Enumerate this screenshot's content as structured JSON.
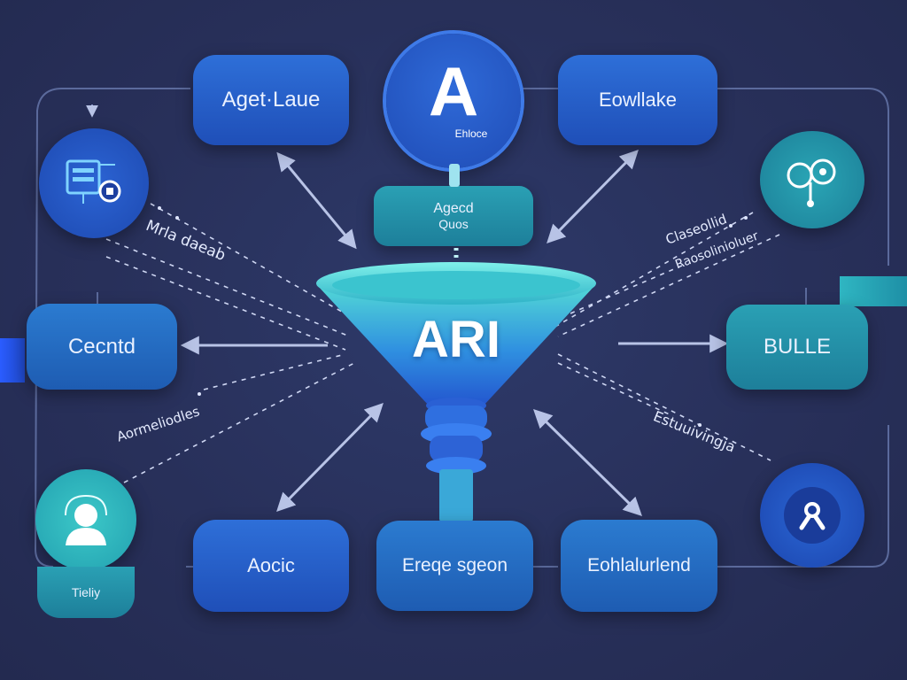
{
  "nodes": {
    "top_left": "Aget·Laue",
    "top_center_letter": "A",
    "top_center_caption": "Ehloce",
    "top_right": "Eowllake",
    "center_small_line1": "Agecd",
    "center_small_line2": "Quos",
    "funnel": "ARI",
    "left_mid": "Cecntd",
    "right_mid": "BULLE",
    "bottom_left": "Aocic",
    "bottom_center": "Ereqe sgeon",
    "bottom_right": "Eohlalurlend",
    "bottom_left_avatar_caption": "Tieliy"
  },
  "annotations": {
    "left_upper": "Mrla daeab",
    "left_lower": "Aormeliodles",
    "right_upper_line1": "Claseollid",
    "right_upper_line2": "Raosolinioluer",
    "right_lower": "Estuuivingja"
  },
  "icons": [
    "diagram-panel-icon",
    "connected-nodes-icon",
    "person-avatar-icon",
    "user-badge-icon"
  ],
  "colors": {
    "background": "#28305a",
    "blue_box": "#2466cc",
    "teal_box": "#2496ad",
    "funnel_top": "#4fd6d8",
    "funnel_bottom": "#2f6fd9"
  }
}
